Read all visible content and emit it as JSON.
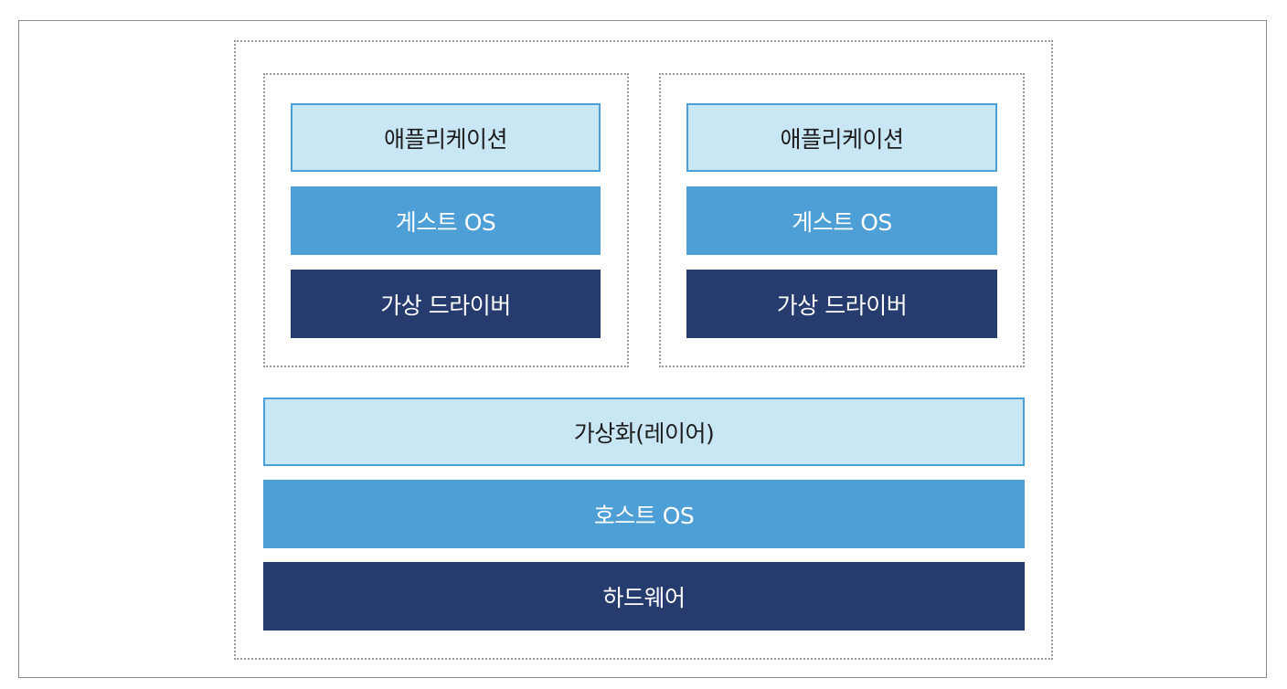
{
  "diagram": {
    "vm_left": {
      "application": "애플리케이션",
      "guest_os": "게스트 OS",
      "virtual_driver": "가상 드라이버"
    },
    "vm_right": {
      "application": "애플리케이션",
      "guest_os": "게스트 OS",
      "virtual_driver": "가상 드라이버"
    },
    "virtualization_layer": "가상화(레이어)",
    "host_os": "호스트 OS",
    "hardware": "하드웨어"
  },
  "colors": {
    "light_block": "#c9e6f4",
    "light_border": "#4aa0d6",
    "mid_block": "#4d9fd6",
    "dark_block": "#263b6e",
    "dashed_border": "#9a9a9a"
  }
}
